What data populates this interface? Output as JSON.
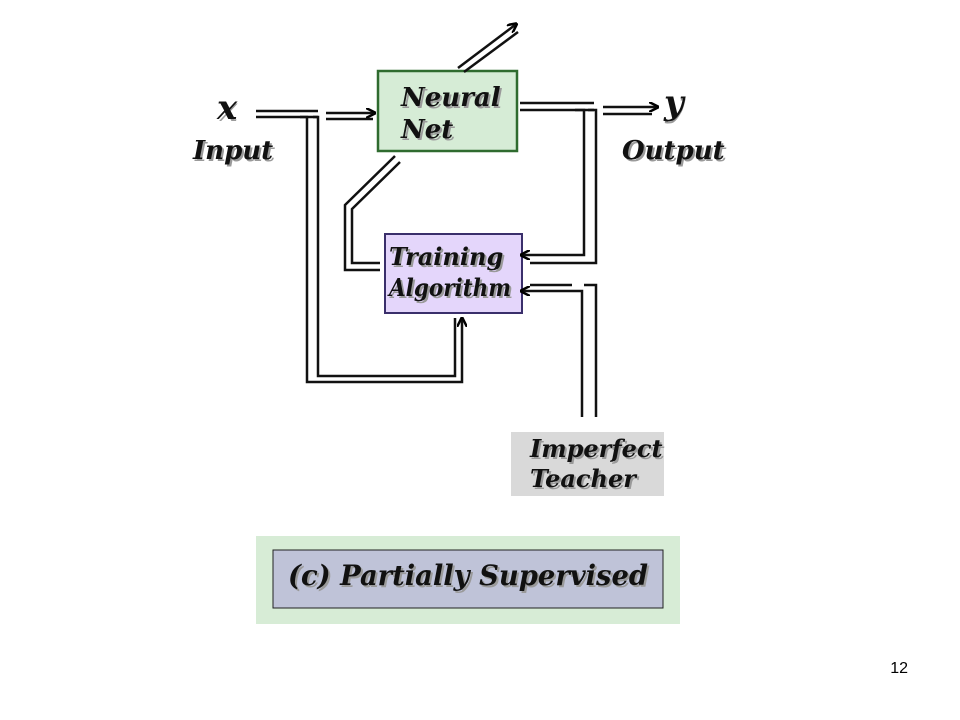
{
  "diagram": {
    "input_symbol": "x",
    "input_label": "Input",
    "output_symbol": "y",
    "output_label": "Output",
    "neural_net": {
      "line1": "Neural",
      "line2": "Net",
      "fill": "#d6ecd6"
    },
    "training": {
      "line1": "Training",
      "line2": "Algorithm",
      "fill": "#e4d6fb"
    },
    "teacher": {
      "line1": "Imperfect",
      "line2": "Teacher",
      "fill": "#d9d9d9"
    },
    "caption": {
      "text": "(c) Partially Supervised",
      "outer_fill": "#d7ecd6",
      "inner_fill": "#bfc3d8"
    }
  },
  "page_number": "12"
}
